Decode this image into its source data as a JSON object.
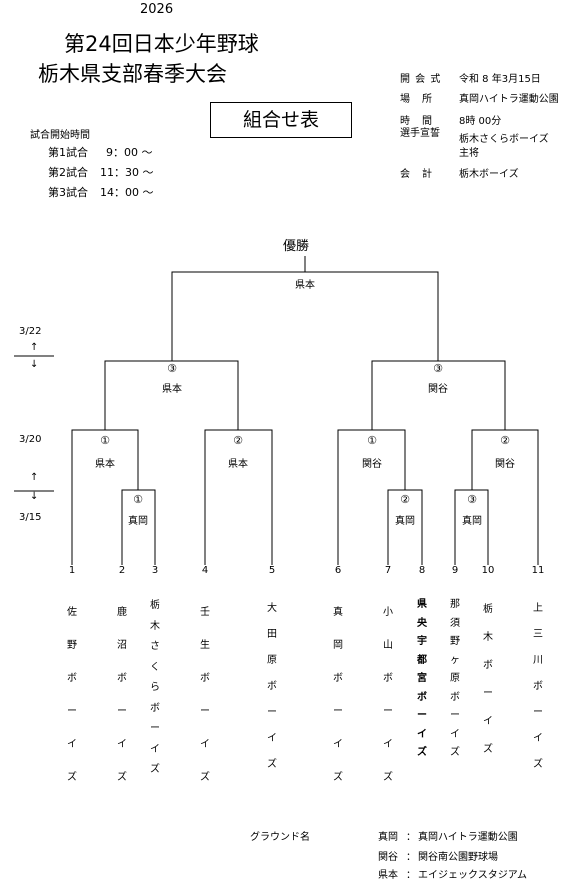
{
  "header": {
    "year": "2026",
    "title_line1": "第24回日本少年野球",
    "title_line2": "栃木県支部春季大会",
    "sheet_title": "組合せ表"
  },
  "schedule": {
    "heading": "試合開始時間",
    "games": [
      {
        "label": "第1試合",
        "time": "9：00 〜"
      },
      {
        "label": "第2試合",
        "time": "11：30 〜"
      },
      {
        "label": "第3試合",
        "time": "14：00 〜"
      }
    ]
  },
  "info": [
    {
      "key": "開 会 式",
      "value": "令和 8 年3月15日"
    },
    {
      "key": "場　所",
      "value": "真岡ハイトラ運動公園"
    },
    {
      "key": "時　間",
      "value": "8時 00分"
    },
    {
      "key": "選手宣誓",
      "value": "栃木さくらボーイズ"
    },
    {
      "key": "",
      "value": "主将"
    },
    {
      "key": "会　計",
      "value": "栃木ボーイズ"
    }
  ],
  "bracket": {
    "champion_label": "優勝",
    "final_venue": "県本",
    "dates": {
      "d1": "3/22",
      "d2": "3/20",
      "d3": "3/15"
    },
    "arrow_up": "↑",
    "arrow_down": "↓",
    "semis": [
      {
        "circle": "③",
        "venue": "県本"
      },
      {
        "circle": "③",
        "venue": "関谷"
      }
    ],
    "quarters": [
      {
        "circle": "①",
        "venue": "県本"
      },
      {
        "circle": "②",
        "venue": "県本"
      },
      {
        "circle": "①",
        "venue": "関谷"
      },
      {
        "circle": "②",
        "venue": "関谷"
      }
    ],
    "firsts": [
      {
        "circle": "①",
        "venue": "真岡"
      },
      {
        "circle": "②",
        "venue": "真岡"
      },
      {
        "circle": "③",
        "venue": "真岡"
      }
    ],
    "teams": [
      {
        "num": "1",
        "name": "佐野ボーイズ"
      },
      {
        "num": "2",
        "name": "鹿沼ボーイズ"
      },
      {
        "num": "3",
        "name": "栃木さくらボーイズ"
      },
      {
        "num": "4",
        "name": "壬生ボーイズ"
      },
      {
        "num": "5",
        "name": "大田原ボーイズ"
      },
      {
        "num": "6",
        "name": "真岡ボーイズ"
      },
      {
        "num": "7",
        "name": "小山ボーイズ"
      },
      {
        "num": "8",
        "name": "県央宇都宮ボーイズ"
      },
      {
        "num": "9",
        "name": "那須野ヶ原ボーイズ"
      },
      {
        "num": "10",
        "name": "栃木ボーイズ"
      },
      {
        "num": "11",
        "name": "上三川ボーイズ"
      }
    ]
  },
  "grounds": {
    "heading": "グラウンド名",
    "items": [
      {
        "short": "真岡",
        "name": "真岡ハイトラ運動公園"
      },
      {
        "short": "関谷",
        "name": "関谷南公園野球場"
      },
      {
        "short": "県本",
        "name": "エイジェックスタジアム"
      }
    ]
  }
}
